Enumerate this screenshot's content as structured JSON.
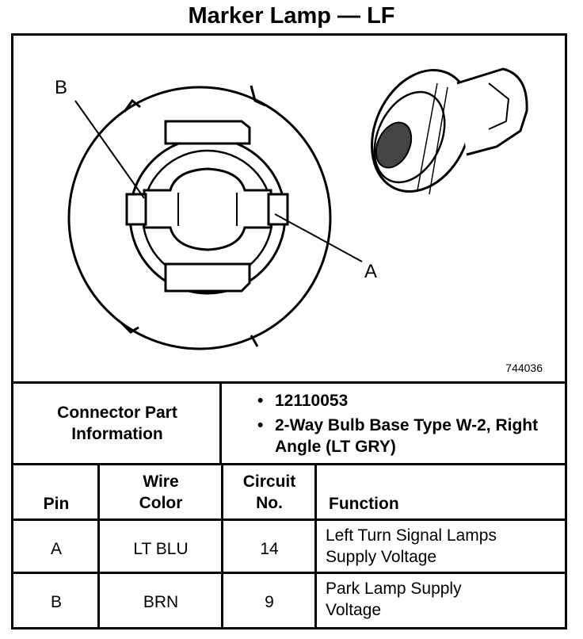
{
  "title": "Marker Lamp — LF",
  "diagram": {
    "label_b": "B",
    "label_a": "A",
    "figure_number": "744036"
  },
  "connector_info": {
    "label": "Connector Part Information",
    "items": [
      "12110053",
      "2-Way Bulb Base Type W-2, Right Angle (LT GRY)"
    ]
  },
  "table": {
    "headers": {
      "pin": "Pin",
      "wire_color": "Wire Color",
      "circuit_no": "Circuit No.",
      "function": "Function"
    },
    "rows": [
      {
        "pin": "A",
        "wire_color": "LT BLU",
        "circuit": "14",
        "function": "Left Turn Signal Lamps Supply Voltage"
      },
      {
        "pin": "B",
        "wire_color": "BRN",
        "circuit": "9",
        "function": "Park Lamp Supply Voltage"
      }
    ]
  }
}
